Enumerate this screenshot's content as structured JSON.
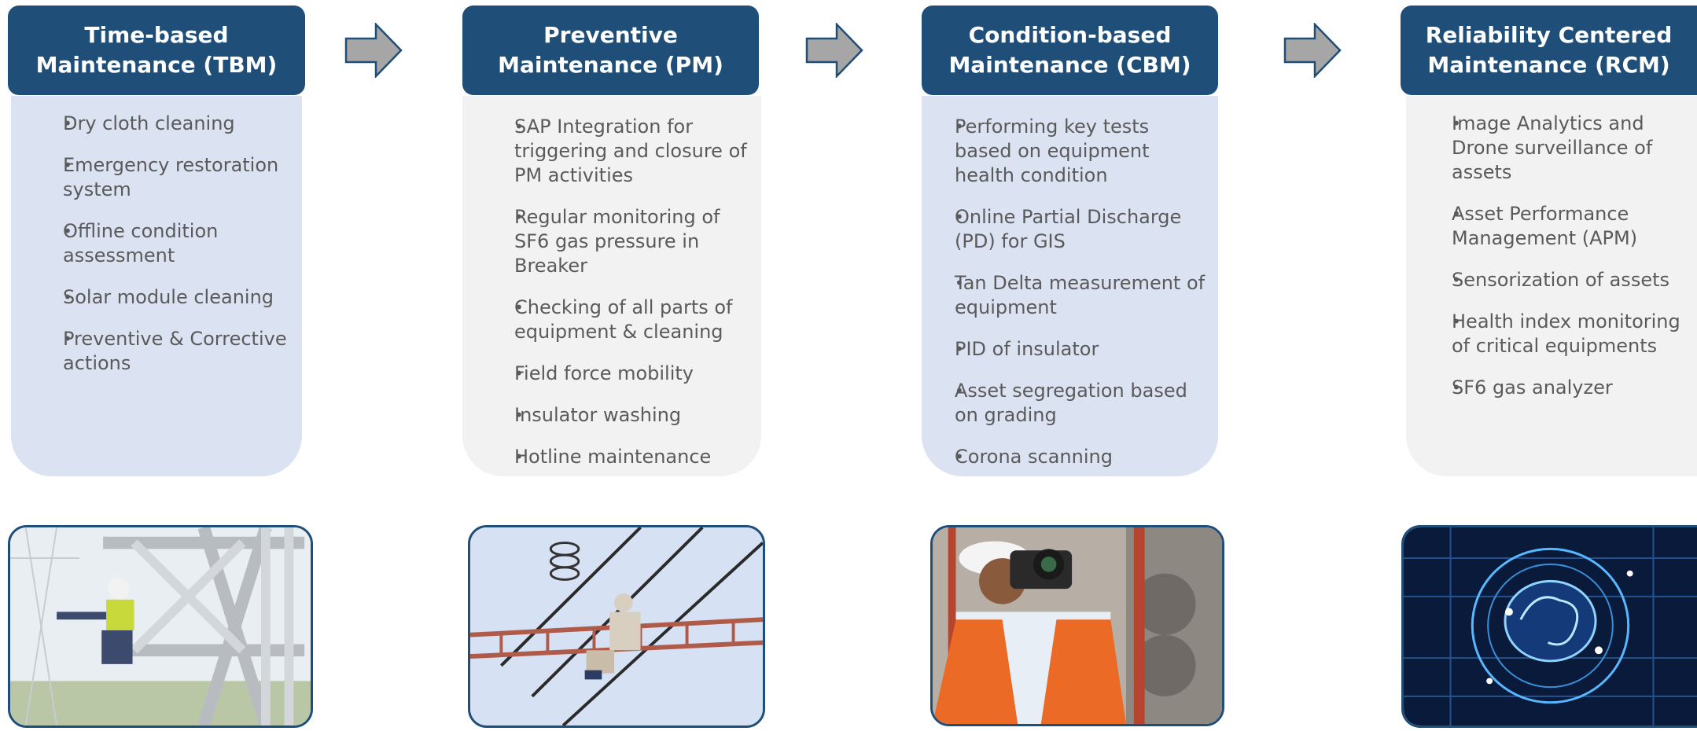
{
  "columns": [
    {
      "title_line1": "Time-based",
      "title_line2": "Maintenance (TBM)",
      "items": [
        "Dry cloth cleaning",
        "Emergency restoration system",
        "Offline condition assessment",
        "Solar module cleaning",
        "Preventive & Corrective actions"
      ]
    },
    {
      "title_line1": "Preventive",
      "title_line2": "Maintenance (PM)",
      "items": [
        "SAP Integration for triggering and closure of PM activities",
        "Regular monitoring of SF6 gas pressure in Breaker",
        "Checking of all parts of equipment & cleaning",
        "Field force mobility",
        "Insulator washing",
        "Hotline maintenance"
      ]
    },
    {
      "title_line1": "Condition-based",
      "title_line2": "Maintenance (CBM)",
      "items": [
        "Performing key tests based on equipment health condition",
        "Online Partial Discharge (PD) for GIS",
        "Tan Delta measurement of equipment",
        "PID of insulator",
        "Asset segregation based on grading",
        "Corona scanning"
      ]
    },
    {
      "title_line1": "Reliability Centered",
      "title_line2": "Maintenance (RCM)",
      "items": [
        "Image Analytics and Drone surveillance of assets",
        "Asset Performance Management (APM)",
        "Sensorization of assets",
        "Health index monitoring of critical equipments",
        "SF6 gas analyzer"
      ]
    }
  ],
  "colors": {
    "header_bg": "#1f4e79",
    "header_text": "#ffffff",
    "panel_blue": "#dbe3f3",
    "panel_grey": "#f2f2f2",
    "body_text": "#5a5a5a",
    "arrow_fill": "#a6a6a6",
    "arrow_stroke": "#1f4e79"
  },
  "icons": {
    "arrow": "arrow-right-icon",
    "photo_tbm": "tower-climber-photo",
    "photo_pm": "hotline-worker-photo",
    "photo_cbm": "camera-inspector-photo",
    "photo_rcm": "digital-brain-photo"
  }
}
